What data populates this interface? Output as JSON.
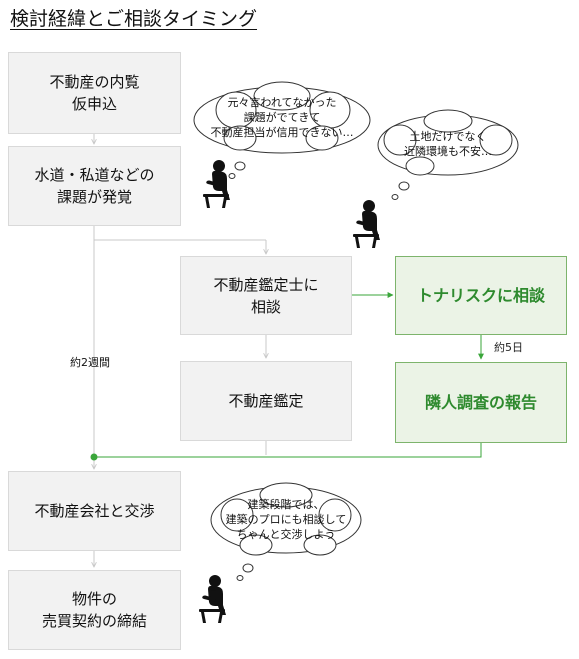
{
  "title": "検討経緯とご相談タイミング",
  "steps": {
    "s1": "不動産の内覧\n仮申込",
    "s2": "水道・私道などの\n課題が発覚",
    "s3": "不動産鑑定士に\n相談",
    "s4": "不動産鑑定",
    "s5": "不動産会社と交渉",
    "s6": "物件の\n売買契約の締結",
    "g1": "トナリスクに相談",
    "g2": "隣人調査の報告"
  },
  "labels": {
    "duration": "約2週間",
    "days": "約5日"
  },
  "thoughts": {
    "t1": "元々言われてなかった\n課題がでてきて\n不動産担当が信用できない…",
    "t2": "土地だけでなく\n近隣環境も不安…",
    "t3": "建築段階では、\n建築のプロにも相談して\nちゃんと交渉しよう"
  },
  "colors": {
    "grey_fill": "#f2f2f2",
    "green_fill": "#ebf3e6",
    "green_line": "#3aa63a",
    "green_text": "#2e8a2e"
  },
  "icons": [
    "thinking-person-icon",
    "thinking-person-icon",
    "thinking-person-icon"
  ]
}
